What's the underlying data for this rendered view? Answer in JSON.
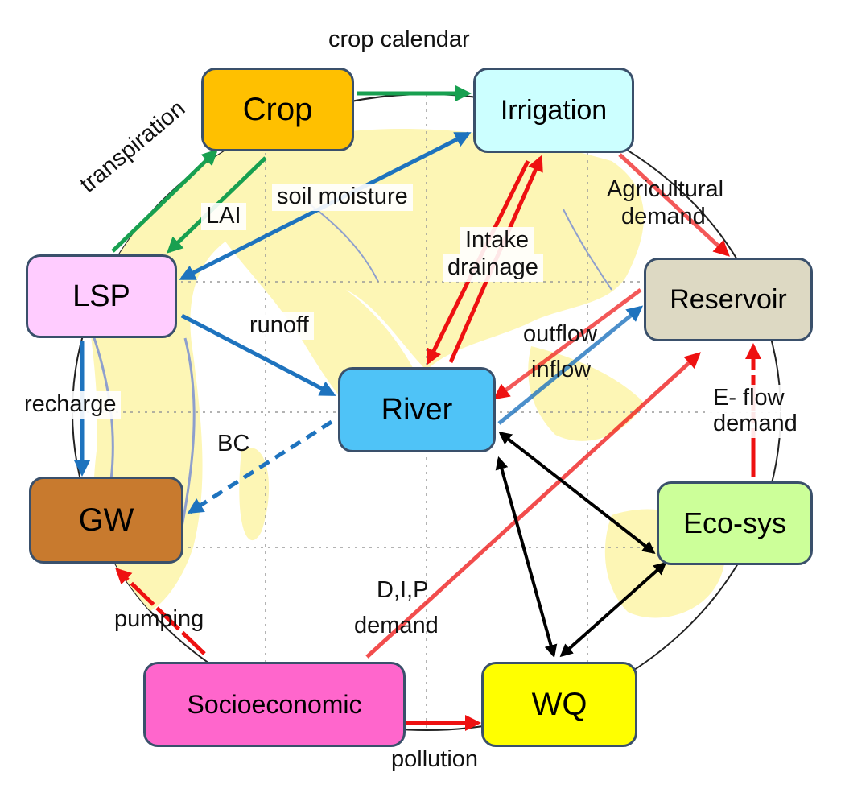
{
  "nodes": {
    "crop": "Crop",
    "irrigation": "Irrigation",
    "lsp": "LSP",
    "reservoir": "Reservoir",
    "river": "River",
    "gw": "GW",
    "ecosys": "Eco-sys",
    "socioeconomic": "Socioeconomic",
    "wq": "WQ"
  },
  "labels": {
    "crop_calendar": "crop calendar",
    "transpiration": "transpiration",
    "lai": "LAI",
    "soil_moisture": "soil moisture",
    "agricultural_line1": "Agricultural",
    "agricultural_line2": "demand",
    "intake": "Intake",
    "drainage": "drainage",
    "runoff": "runoff",
    "outflow": "outflow",
    "inflow": "inflow",
    "eflow_line1": "E- flow",
    "eflow_line2": "demand",
    "recharge": "recharge",
    "bc": "BC",
    "dip": "D,I,P",
    "demand": "demand",
    "pumping": "pumping",
    "pollution": "pollution"
  },
  "colors": {
    "green": "#18a050",
    "blue": "#1e73be",
    "red": "#ee1111",
    "black": "#000000",
    "node_border": "#3a506b"
  }
}
